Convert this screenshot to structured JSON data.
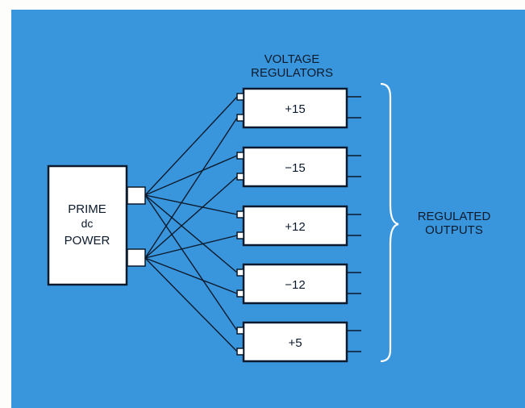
{
  "colors": {
    "background": "#3a96dc",
    "ink": "#0b1a2c",
    "box_fill": "#ffffff",
    "brace": "#ffffff"
  },
  "title_lines": [
    "VOLTAGE",
    "REGULATORS"
  ],
  "source": {
    "lines": [
      "PRIME",
      "dc",
      "POWER"
    ]
  },
  "regulators": [
    {
      "label": "+15"
    },
    {
      "label": "−15"
    },
    {
      "label": "+12"
    },
    {
      "label": "−12"
    },
    {
      "label": "+5"
    }
  ],
  "outputs_label_lines": [
    "REGULATED",
    "OUTPUTS"
  ]
}
